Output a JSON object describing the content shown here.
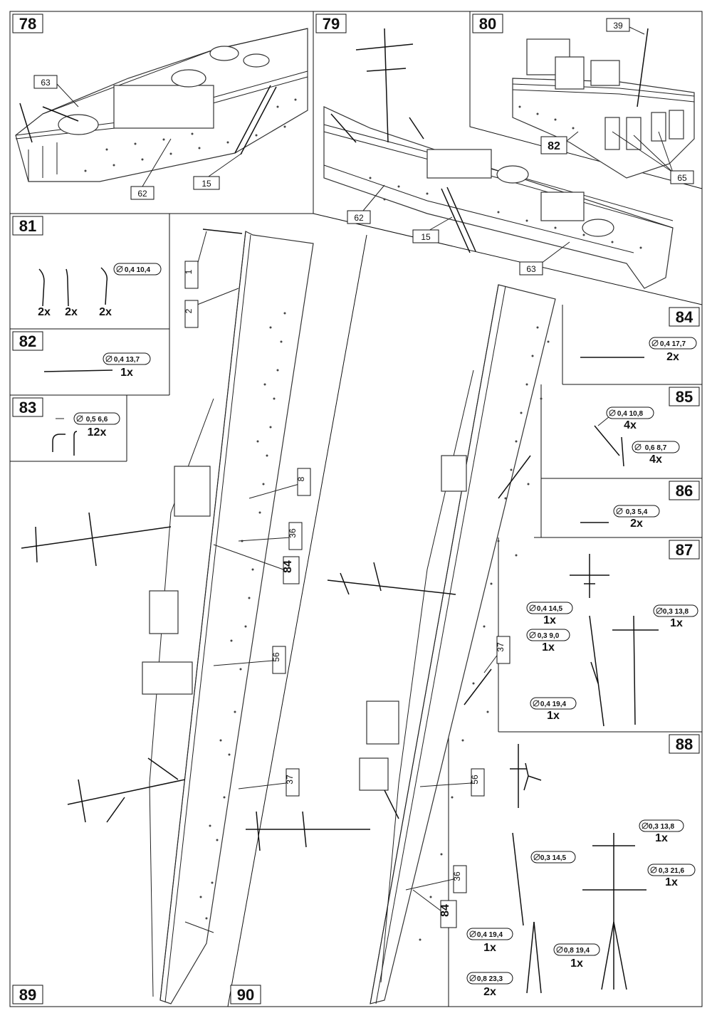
{
  "steps": {
    "s78": "78",
    "s79": "79",
    "s80": "80",
    "s81": "81",
    "s82": "82",
    "s83": "83",
    "s84": "84",
    "s85": "85",
    "s86": "86",
    "s87": "87",
    "s88": "88",
    "s89": "89",
    "s90": "90"
  },
  "callouts": {
    "p63": "63",
    "p62": "62",
    "p15": "15",
    "p39": "39",
    "p82": "82",
    "p65": "65",
    "p1": "1",
    "p2": "2",
    "p8": "8",
    "p36": "36",
    "p84": "84",
    "p56": "56",
    "p37": "37"
  },
  "specs": {
    "s81": "0,4 10,4",
    "s82": "0,4 13,7",
    "s83": "0,5 6,6",
    "s84": "0,4 17,7",
    "s85a": "0,4 10,8",
    "s85b": "0,6 8,7",
    "s86": "0,3 5,4",
    "s87a": "0,4 14,5",
    "s87b": "0,3 9,0",
    "s87c": "0,4 19,4",
    "s87d": "0,3 13,8",
    "s88a": "0,3 14,5",
    "s88b": "0,4 19,4",
    "s88c": "0,8 23,3",
    "s88d": "0,8 19,4",
    "s88e": "0,3 13,8",
    "s88f": "0,3 21,6"
  },
  "quantities": {
    "q1x": "1x",
    "q2x": "2x",
    "q4x": "4x",
    "q12x": "12x"
  }
}
